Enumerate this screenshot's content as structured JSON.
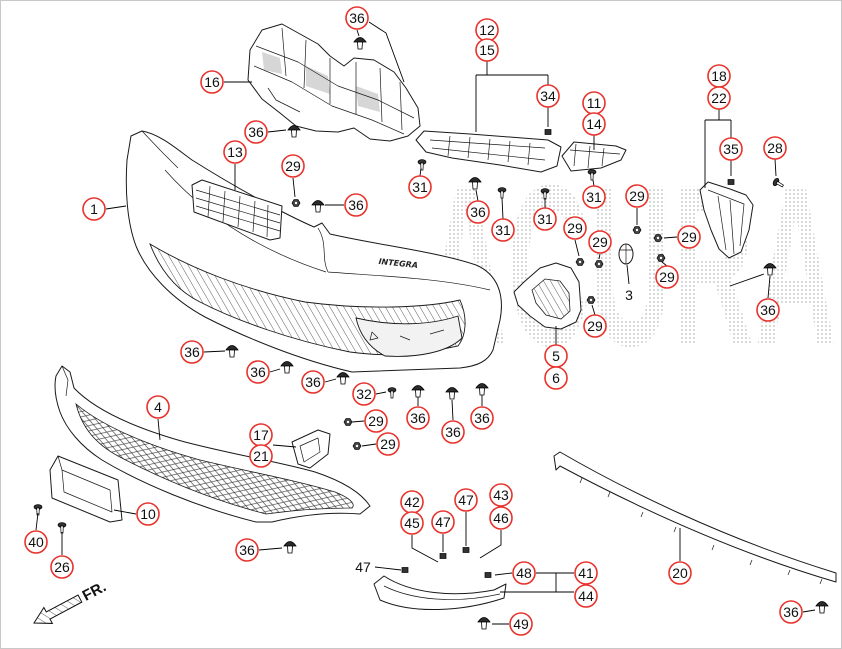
{
  "diagram": {
    "callouts": [
      "36",
      "16",
      "12",
      "15",
      "34",
      "11",
      "14",
      "18",
      "22",
      "35",
      "28",
      "36",
      "13",
      "29",
      "31",
      "1",
      "36",
      "36",
      "31",
      "31",
      "31",
      "29",
      "29",
      "29",
      "29",
      "29",
      "29",
      "36",
      "5",
      "6",
      "36",
      "36",
      "36",
      "32",
      "4",
      "29",
      "36",
      "36",
      "36",
      "17",
      "21",
      "29",
      "10",
      "40",
      "26",
      "36",
      "42",
      "45",
      "47",
      "47",
      "43",
      "46",
      "48",
      "41",
      "44",
      "20",
      "36",
      "49"
    ],
    "plain_labels": [
      "3",
      "47"
    ],
    "direction_label": "FR.",
    "part_lettering": "INTEGRA",
    "watermark": "ACURA"
  },
  "colors": {
    "callout_ring": "#e8322b",
    "line_art": "#1a1a1a",
    "watermark_dots": "#bdbdbd"
  }
}
